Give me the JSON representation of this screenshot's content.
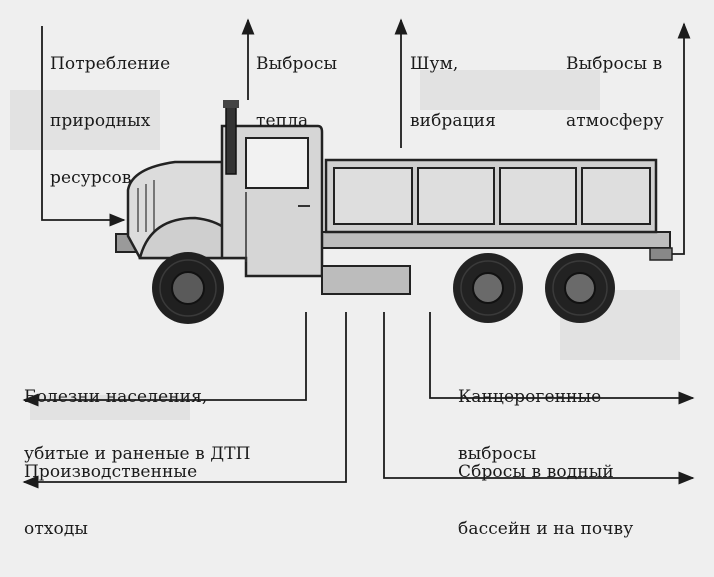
{
  "labels": {
    "resources": [
      "Потребление",
      "природных",
      "ресурсов"
    ],
    "heat": [
      "Выбросы",
      "тепла"
    ],
    "noise": [
      "Шум,",
      "вибрация"
    ],
    "atmosphere": [
      "Выбросы в",
      "атмосферу"
    ],
    "disease": [
      "Болезни населения,",
      "убитые и раненые в ДТП"
    ],
    "carcinogens": [
      "Канцерогенные",
      "выбросы"
    ],
    "waste": [
      "Производственные",
      "отходы"
    ],
    "discharge": [
      "Сбросы в водный",
      "бассейн и на почву"
    ]
  },
  "colors": {
    "background": "#efefef",
    "ink": "#1c1c1c",
    "truck_body": "#d9d9d9",
    "tire": "#202020"
  }
}
